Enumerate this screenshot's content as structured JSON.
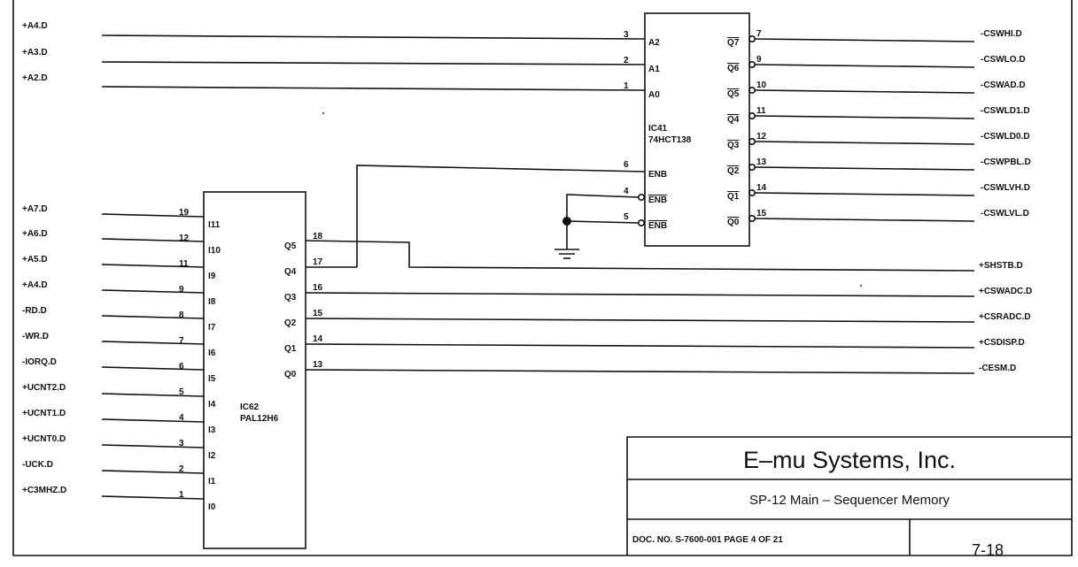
{
  "ic41": {
    "ref": "IC41",
    "part": "74HCT138",
    "inputs": [
      {
        "pin": "3",
        "name": "A2",
        "net": "+A4.D"
      },
      {
        "pin": "2",
        "name": "A1",
        "net": "+A3.D"
      },
      {
        "pin": "1",
        "name": "A0",
        "net": "+A2.D"
      }
    ],
    "enables": [
      {
        "pin": "6",
        "name": "ENB"
      },
      {
        "pin": "4",
        "name": "ENB"
      },
      {
        "pin": "5",
        "name": "ENB"
      }
    ],
    "outputs": [
      {
        "pin": "7",
        "name": "Q7",
        "net": "-CSWHI.D"
      },
      {
        "pin": "9",
        "name": "Q6",
        "net": "-CSWLO.D"
      },
      {
        "pin": "10",
        "name": "Q5",
        "net": "-CSWAD.D"
      },
      {
        "pin": "11",
        "name": "Q4",
        "net": "-CSWLD1.D"
      },
      {
        "pin": "12",
        "name": "Q3",
        "net": "-CSWLD0.D"
      },
      {
        "pin": "13",
        "name": "Q2",
        "net": "-CSWPBL.D"
      },
      {
        "pin": "14",
        "name": "Q1",
        "net": "-CSWLVH.D"
      },
      {
        "pin": "15",
        "name": "Q0",
        "net": "-CSWLVL.D"
      }
    ]
  },
  "ic62": {
    "ref": "IC62",
    "part": "PAL12H6",
    "inputs": [
      {
        "pin": "19",
        "name": "I11",
        "net": "+A7.D"
      },
      {
        "pin": "12",
        "name": "I10",
        "net": "+A6.D"
      },
      {
        "pin": "11",
        "name": "I9",
        "net": "+A5.D"
      },
      {
        "pin": "9",
        "name": "I8",
        "net": "+A4.D"
      },
      {
        "pin": "8",
        "name": "I7",
        "net": "-RD.D"
      },
      {
        "pin": "7",
        "name": "I6",
        "net": "-WR.D"
      },
      {
        "pin": "6",
        "name": "I5",
        "net": "-IORQ.D"
      },
      {
        "pin": "5",
        "name": "I4",
        "net": "+UCNT2.D"
      },
      {
        "pin": "4",
        "name": "I3",
        "net": "+UCNT1.D"
      },
      {
        "pin": "3",
        "name": "I2",
        "net": "+UCNT0.D"
      },
      {
        "pin": "2",
        "name": "I1",
        "net": "-UCK.D"
      },
      {
        "pin": "1",
        "name": "I0",
        "net": "+C3MHZ.D"
      }
    ],
    "outputs": [
      {
        "pin": "18",
        "name": "Q5",
        "net": "+SHSTB.D"
      },
      {
        "pin": "17",
        "name": "Q4",
        "net": ""
      },
      {
        "pin": "16",
        "name": "Q3",
        "net": "+CSWADC.D"
      },
      {
        "pin": "15",
        "name": "Q2",
        "net": "+CSRADC.D"
      },
      {
        "pin": "14",
        "name": "Q1",
        "net": "+CSDISP.D"
      },
      {
        "pin": "13",
        "name": "Q0",
        "net": "-CESM.D"
      }
    ]
  },
  "title_block": {
    "company": "E–mu Systems, Inc.",
    "title": "SP-12 Main – Sequencer Memory",
    "doc": "DOC. NO. S-7600-001 PAGE  4 OF 21",
    "page": "7-18"
  }
}
